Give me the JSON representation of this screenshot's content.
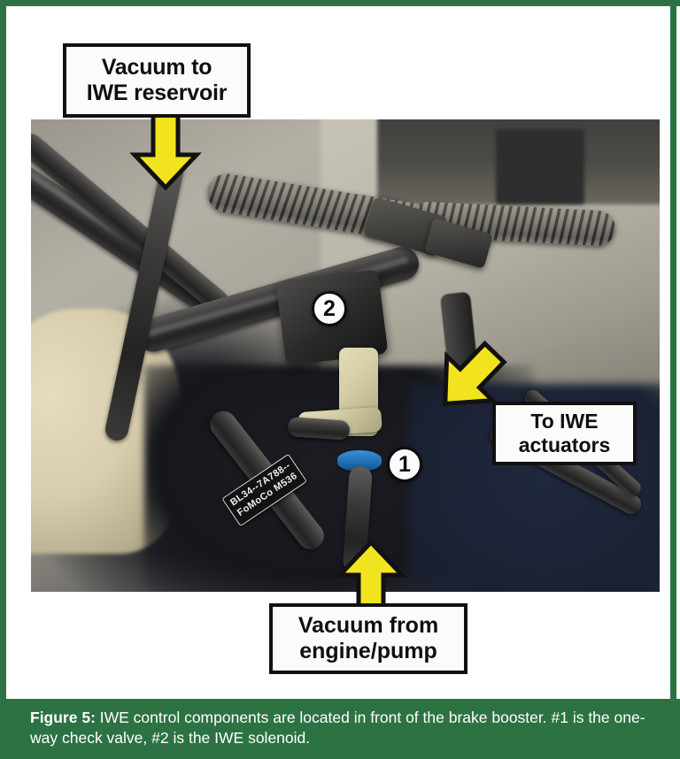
{
  "figure": {
    "number": "Figure 5:",
    "caption_text": " IWE control components are located in front of the brake booster.  #1 is the one-way check valve, #2 is the IWE solenoid."
  },
  "callouts": [
    {
      "id": "vacuum-to-iwe-reservoir",
      "label": "Vacuum to\nIWE reservoir",
      "arrow_direction": "down"
    },
    {
      "id": "to-iwe-actuators",
      "label": "To IWE\nactuators",
      "arrow_direction": "down-right"
    },
    {
      "id": "vacuum-from-engine-pump",
      "label": "Vacuum from\nengine/pump",
      "arrow_direction": "up"
    }
  ],
  "markers": [
    {
      "id": "marker-2",
      "number": "2",
      "refers_to": "IWE solenoid"
    },
    {
      "id": "marker-1",
      "number": "1",
      "refers_to": "one-way check valve"
    }
  ],
  "photo": {
    "part_tag_line1": "BL34--7A788--",
    "part_tag_line2": "FoMoCo M536"
  },
  "colors": {
    "frame_green": "#2d7243",
    "caption_green": "#2d7243",
    "arrow_yellow": "#f2e31f",
    "arrow_outline": "#111111",
    "callout_bg": "#fbfbfa",
    "callout_border": "#111111",
    "caption_text": "#ffffff"
  }
}
